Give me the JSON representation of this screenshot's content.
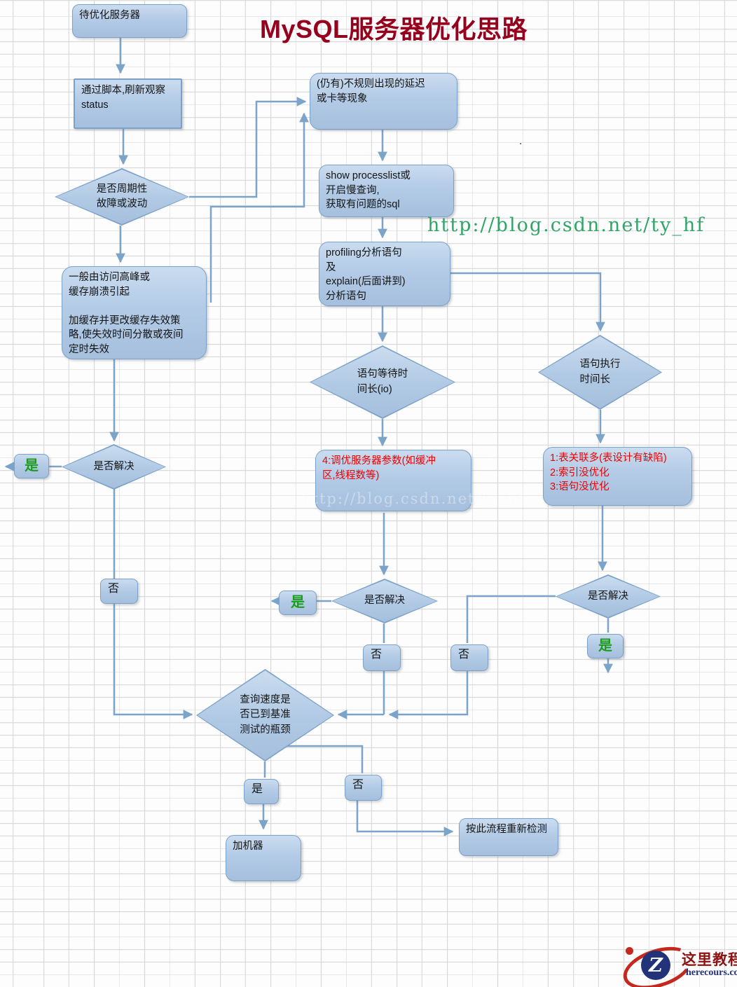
{
  "title": "MySQL服务器优化思路",
  "watermark": {
    "url_text": "http://blog.csdn.net/ty_hf",
    "faint_text": "http://blog.csdn.net/ty_hf",
    "stray_dot": "."
  },
  "colors": {
    "title": "#97001c",
    "node_fill_top": "#cadcef",
    "node_fill_bottom": "#a5bfdd",
    "node_border": "#7ba1c8",
    "connector": "#7ca3c8",
    "red_text": "#ee0000",
    "yes_green": "#1d9b1d",
    "url_green": "#2fa566",
    "grid_line": "#d9d9d9"
  },
  "nodes": {
    "start": {
      "label": "待优化服务器"
    },
    "observe": {
      "label": "通过脚本,刷新观察\nstatus"
    },
    "periodic": {
      "label": "是否周期性\n故障或波动"
    },
    "cause": {
      "label": "一般由访问高峰或\n缓存崩溃引起\n\n加缓存并更改缓存失效策\n略,使失效时间分散或夜间\n定时失效"
    },
    "solved_left": {
      "label": "是否解决"
    },
    "yes_left": {
      "label": "是"
    },
    "no_left": {
      "label": "否"
    },
    "delay": {
      "label": "(仍有)不规则出现的延迟\n或卡等现象"
    },
    "processlist": {
      "label": "show processlist或\n开启慢查询,\n获取有问题的sql"
    },
    "profiling": {
      "label": "profiling分析语句\n及\nexplain(后面讲到)\n分析语句"
    },
    "wait_io": {
      "label": "语句等待时\n间长(io)"
    },
    "exec_long": {
      "label": "语句执行\n时间长"
    },
    "tune_params": {
      "label": "4:调优服务器参数(如缓冲\n区,线程数等)"
    },
    "causes123": {
      "label": "1:表关联多(表设计有缺陷)\n2:索引没优化\n3:语句没优化"
    },
    "solved_mid": {
      "label": "是否解决"
    },
    "yes_mid": {
      "label": "是"
    },
    "no_mid": {
      "label": "否"
    },
    "solved_right": {
      "label": "是否解决"
    },
    "no_right": {
      "label": "否"
    },
    "yes_right": {
      "label": "是"
    },
    "benchmark": {
      "label": "查询速度是\n否已到基准\n测试的瓶颈"
    },
    "yes_bench": {
      "label": "是"
    },
    "no_bench": {
      "label": "否"
    },
    "add_machine": {
      "label": "加机器"
    },
    "recheck": {
      "label": "按此流程重新检测"
    }
  },
  "logo": {
    "site_name": "这里教程网",
    "site_domain": "herecours.com",
    "monogram": "Z"
  }
}
